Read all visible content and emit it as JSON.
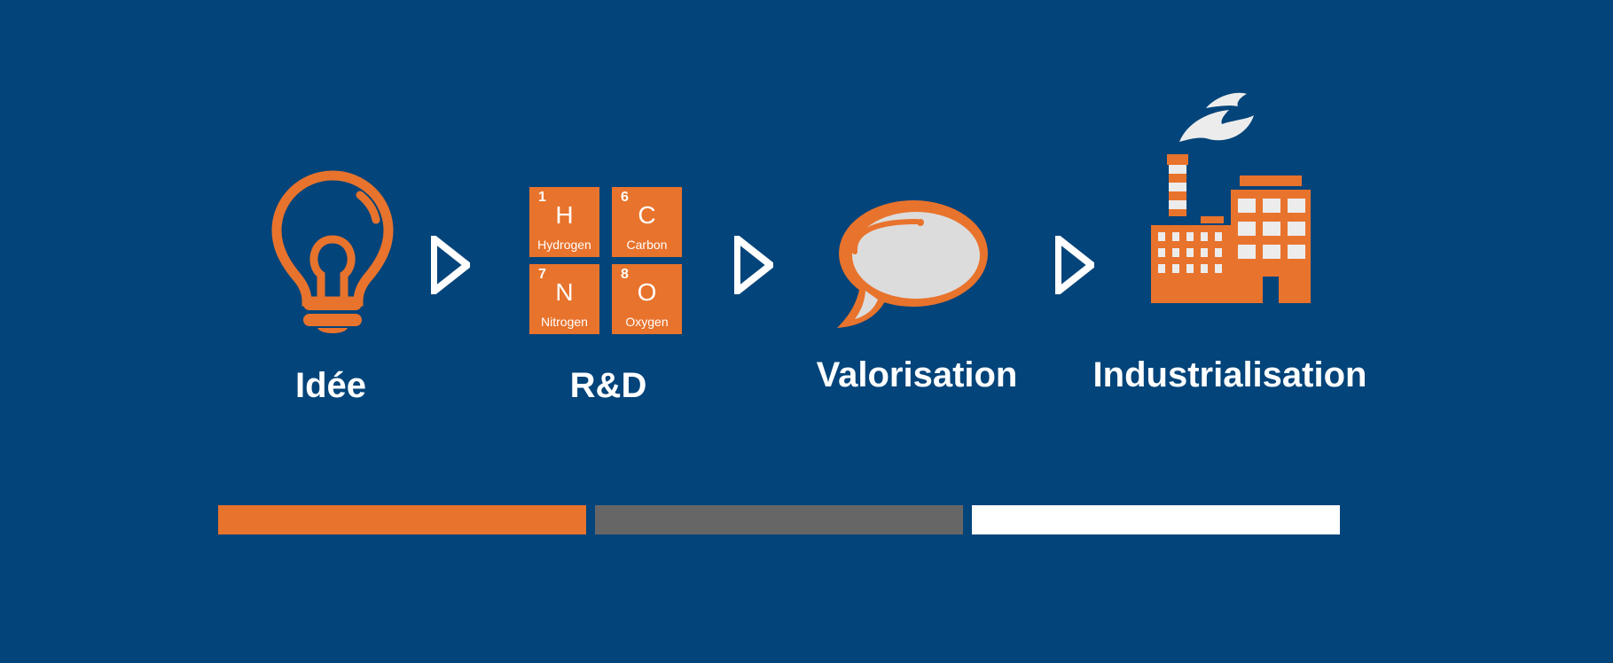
{
  "steps": [
    {
      "label": "Idée",
      "icon": "lightbulb-icon"
    },
    {
      "label": "R&D",
      "icon": "periodic-table-icon"
    },
    {
      "label": "Valorisation",
      "icon": "speech-bubble-icon"
    },
    {
      "label": "Industrialisation",
      "icon": "factory-icon"
    }
  ],
  "elements": [
    {
      "number": "1",
      "symbol": "H",
      "name": "Hydrogen"
    },
    {
      "number": "6",
      "symbol": "C",
      "name": "Carbon"
    },
    {
      "number": "7",
      "symbol": "N",
      "name": "Nitrogen"
    },
    {
      "number": "8",
      "symbol": "O",
      "name": "Oxygen"
    }
  ],
  "progress": [
    {
      "color": "#e8732c"
    },
    {
      "color": "#666666"
    },
    {
      "color": "#ffffff"
    }
  ],
  "colors": {
    "background": "#03447a",
    "accent": "#e8732c",
    "light": "#ececec",
    "arrow": "#ffffff"
  }
}
